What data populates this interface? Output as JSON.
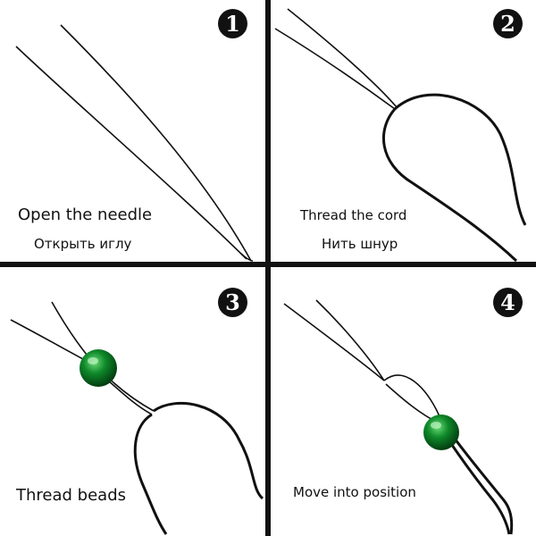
{
  "steps": [
    {
      "number": "1",
      "caption_en": "Open the needle",
      "caption_ru": "Открыть иглу"
    },
    {
      "number": "2",
      "caption_en": "Thread the cord",
      "caption_ru": "Нить шнур"
    },
    {
      "number": "3",
      "caption_en": "Thread beads"
    },
    {
      "number": "4",
      "caption_en": "Move into position"
    }
  ],
  "colors": {
    "line": "#111111",
    "bead": "#0f8a2a",
    "background": "#ffffff"
  }
}
